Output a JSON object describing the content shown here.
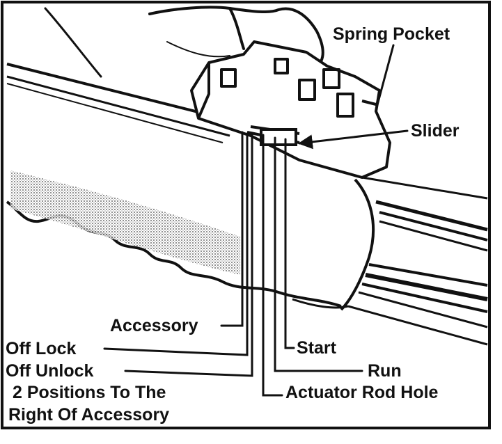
{
  "labels": {
    "spring_pocket": "Spring Pocket",
    "slider": "Slider",
    "accessory": "Accessory",
    "off_lock": "Off Lock",
    "start": "Start",
    "off_unlock": "Off Unlock",
    "run": "Run",
    "two_positions_line1": "2 Positions To The",
    "actuator_rod_hole": "Actuator Rod Hole",
    "two_positions_line2": "Right Of Accessory"
  }
}
